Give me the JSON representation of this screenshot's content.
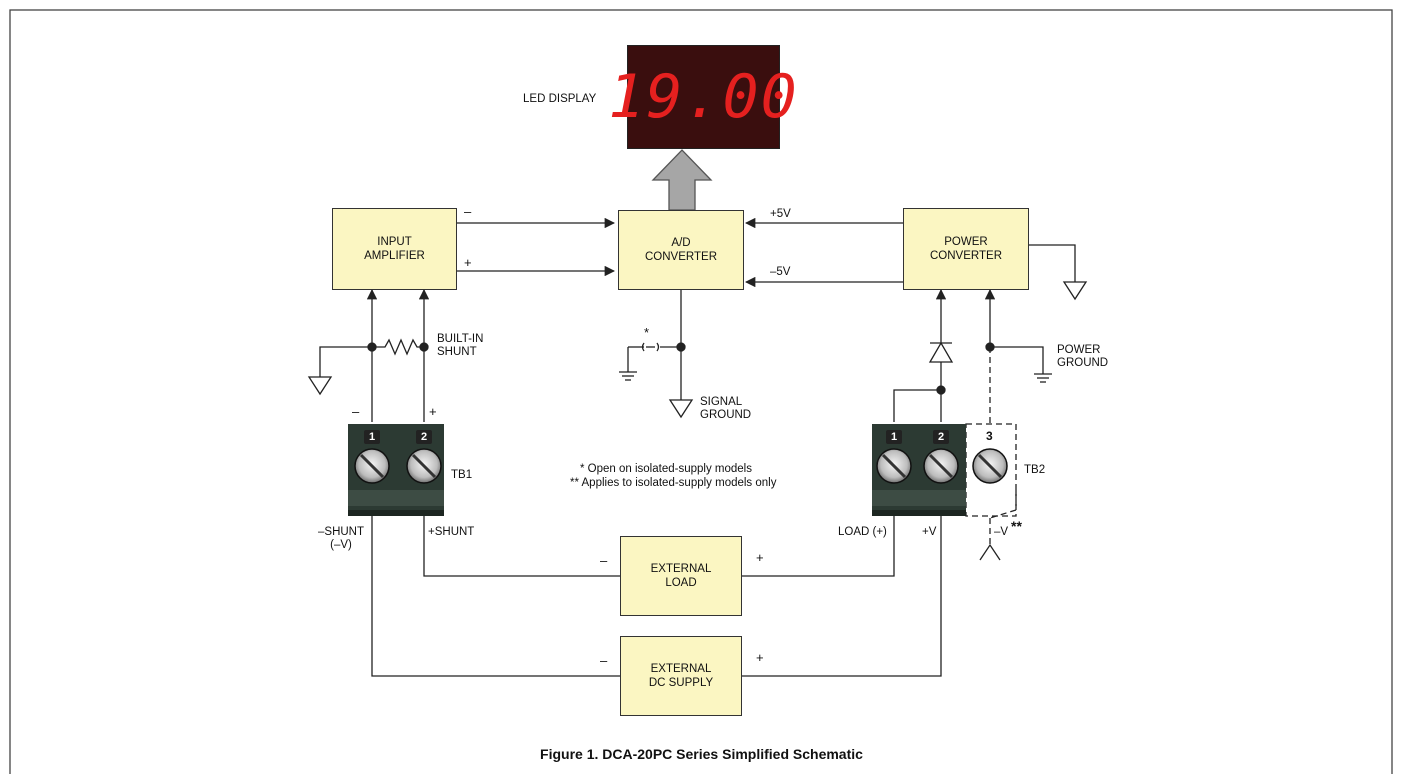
{
  "led": {
    "label": "LED DISPLAY",
    "reading": "19.00"
  },
  "blocks": {
    "input_amplifier": "INPUT\nAMPLIFIER",
    "ad_converter": "A/D\nCONVERTER",
    "power_converter": "POWER\nCONVERTER",
    "external_load": "EXTERNAL\nLOAD",
    "external_dc_supply": "EXTERNAL\nDC SUPPLY"
  },
  "rails": {
    "plus5": "+5V",
    "minus5": "–5V"
  },
  "labels": {
    "built_in_shunt": "BUILT-IN\nSHUNT",
    "signal_ground": "SIGNAL\nGROUND",
    "power_ground": "POWER\nGROUND",
    "tb1": "TB1",
    "tb2": "TB2",
    "minus_shunt": "–SHUNT\n(–V)",
    "plus_shunt": "+SHUNT",
    "load_plus": "LOAD (+)",
    "plus_v": "+V",
    "minus_v": "–V",
    "double_star": "**",
    "star": "*"
  },
  "terminals": {
    "t1": "1",
    "t2": "2",
    "t3": "3"
  },
  "notes": {
    "note1": "*  Open on isolated-supply models",
    "note2": "** Applies to isolated-supply models only"
  },
  "signs": {
    "minus": "–",
    "plus": "+"
  },
  "caption": "Figure 1. DCA-20PC Series Simplified Schematic"
}
